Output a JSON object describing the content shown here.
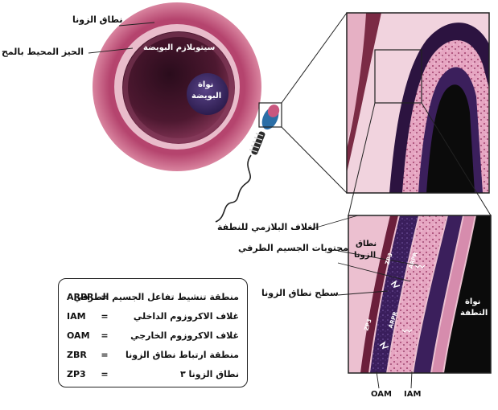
{
  "labels": {
    "zona_pellucida": "نطاق الزونا",
    "perivitelline_space": "الحيز المحيط بالمح",
    "ooplasm": "سيتوبلازم البويضة",
    "oocyte_nucleus_line1": "نواة",
    "oocyte_nucleus_line2": "البويضة",
    "sperm_plasma_membrane": "الغلاف البلازمي للنطفة",
    "inset_zona_line1": "نطاق",
    "inset_zona_line2": "الزونا",
    "acrosome_contents": "محتويات الجسيم الطرفي",
    "zona_surface": "سطح نطاق الزونا",
    "sperm_nucleus_line1": "نواة",
    "sperm_nucleus_line2": "النطفة",
    "oam": "OAM",
    "iam": "IAM",
    "zp3": "ZP3",
    "arpr": "ARPR"
  },
  "legend": [
    {
      "abbr": "ARPR",
      "eq": "=",
      "desc": "منطقة تنشيط تفاعل الجسيم الطرفي"
    },
    {
      "abbr": "IAM",
      "eq": "=",
      "desc": "غلاف الاكروزوم الداخلي"
    },
    {
      "abbr": "OAM",
      "eq": "=",
      "desc": "غلاف الاكروزوم الخارجي"
    },
    {
      "abbr": "ZBR",
      "eq": "=",
      "desc": "منطقة ارتباط نطاق الزونا"
    },
    {
      "abbr": "ZP3",
      "eq": "=",
      "desc": "نطاق الزونا ٣"
    }
  ],
  "colors": {
    "zona": "#c45a7e",
    "perivitelline": "#e8b6c6",
    "ooplasm": "#7a2f4c",
    "ooplasm_dark": "#3a1024",
    "nucleus": "#3d2a66",
    "membrane_dark": "#2a1238",
    "acrosome": "#d88fb0",
    "sperm_head": "#2b6ea6"
  }
}
